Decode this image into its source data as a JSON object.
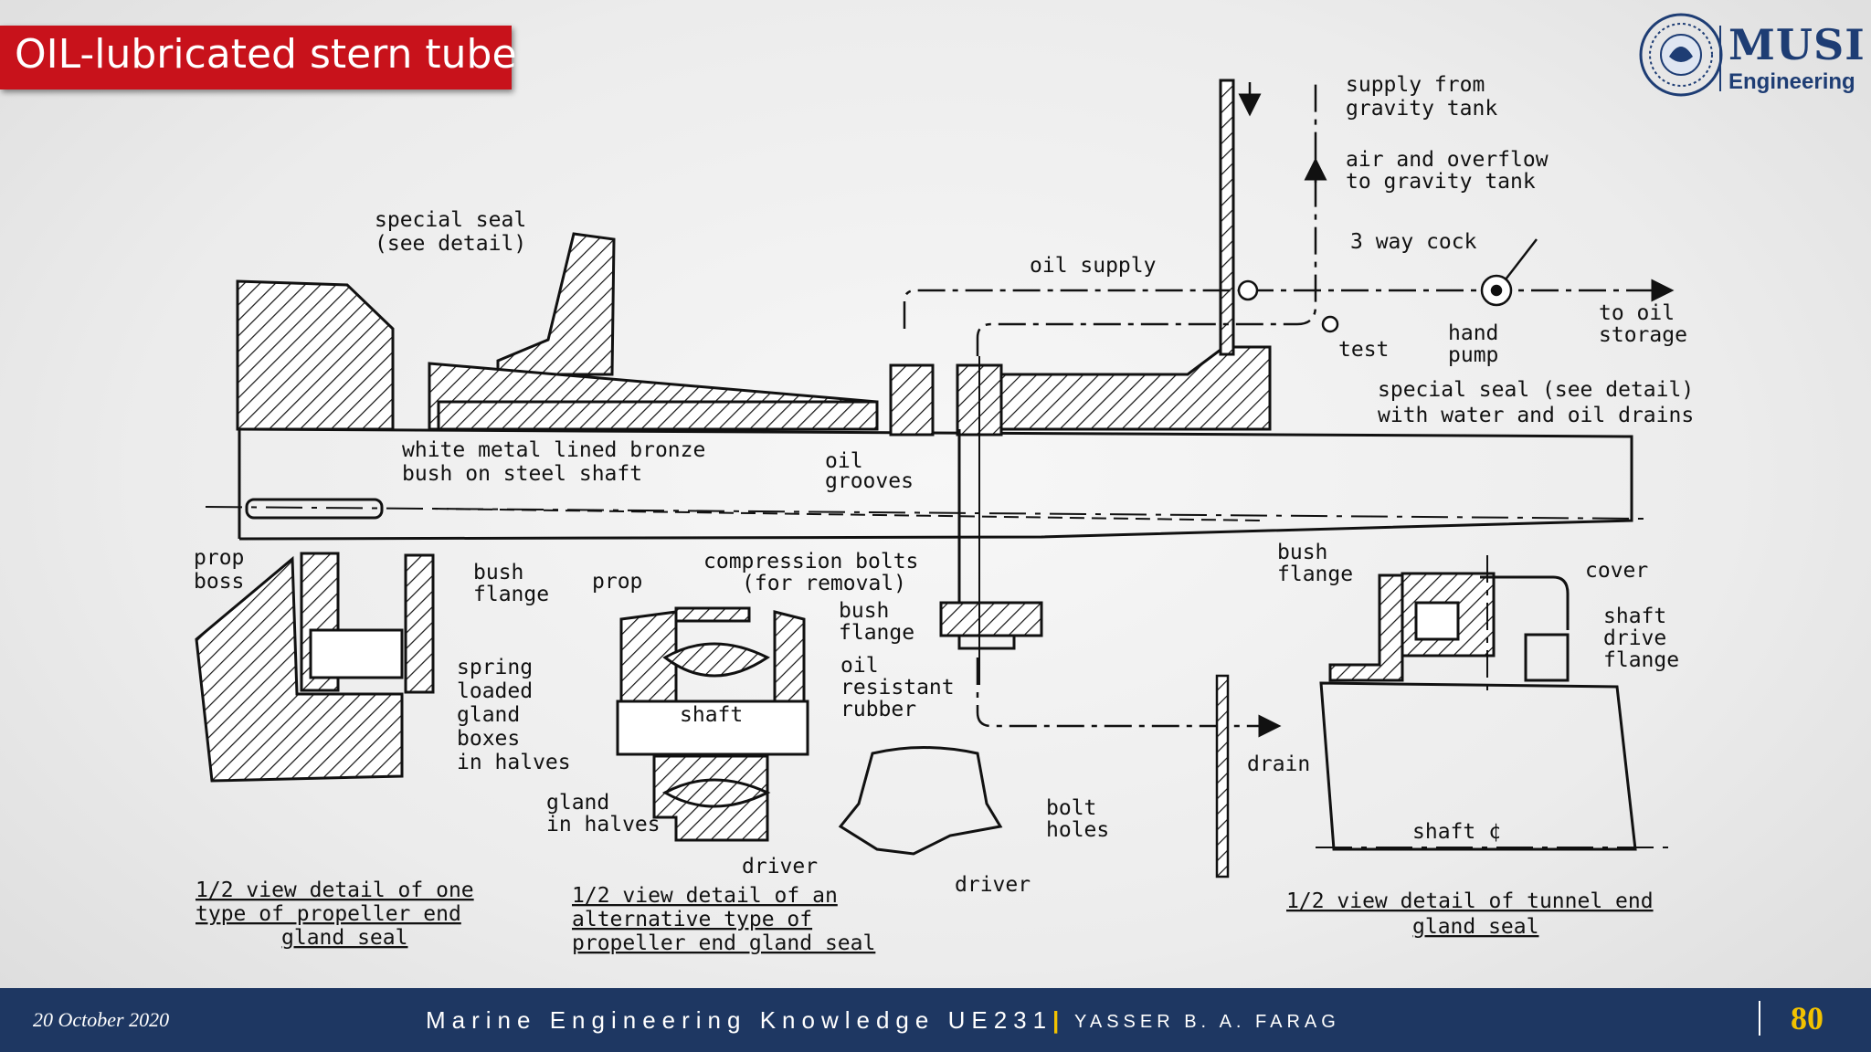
{
  "slide": {
    "title": "OIL-lubricated stern tube",
    "page_number": "80"
  },
  "logo": {
    "name": "MUSI",
    "subtitle": "Engineering"
  },
  "footer": {
    "date": "20 October 2020",
    "course": "Marine Engineering Knowledge UE231",
    "separator": "|",
    "author": "YASSER B. A. FARAG"
  },
  "diagram": {
    "labels": {
      "special_seal_1": "special seal",
      "special_seal_2": "(see detail)",
      "supply_1": "supply from",
      "supply_2": "gravity tank",
      "air_1": "air and overflow",
      "air_2": "to gravity tank",
      "cock": "3 way cock",
      "oil_supply": "oil supply",
      "test": "test",
      "hand_1": "hand",
      "hand_2": "pump",
      "storage_1": "to oil",
      "storage_2": "storage",
      "seal_drains_1": "special seal (see detail)",
      "seal_drains_2": "with water and oil drains",
      "bush_1": "white metal lined bronze",
      "bush_2": "bush on steel shaft",
      "grooves_1": "oil",
      "grooves_2": "grooves",
      "prop_boss_1": "prop",
      "prop_boss_2": "boss",
      "bush_flange_1a": "bush",
      "bush_flange_1b": "flange",
      "spring_1": "spring",
      "spring_2": "loaded",
      "spring_3": "gland",
      "spring_4": "boxes",
      "spring_5": "in halves",
      "comp_1": "compression bolts",
      "comp_2": "(for removal)",
      "prop": "prop",
      "bush_flange_2a": "bush",
      "bush_flange_2b": "flange",
      "rubber_1": "oil",
      "rubber_2": "resistant",
      "rubber_3": "rubber",
      "shaft": "shaft",
      "gland_1": "gland",
      "gland_2": "in halves",
      "driver_1": "driver",
      "driver_2": "driver",
      "bolt_1": "bolt",
      "bolt_2": "holes",
      "drain": "drain",
      "bush_flange_3a": "bush",
      "bush_flange_3b": "flange",
      "cover": "cover",
      "sdf_1": "shaft",
      "sdf_2": "drive",
      "sdf_3": "flange",
      "shaft_cl": "shaft ¢",
      "cap1_1": "1/2 view detail of one",
      "cap1_2": "type of propeller end",
      "cap1_3": "gland seal",
      "cap2_1": "1/2 view detail of an",
      "cap2_2": "alternative type of",
      "cap2_3": "propeller end gland seal",
      "cap3_1": "1/2 view detail of tunnel end",
      "cap3_2": "gland seal"
    }
  }
}
